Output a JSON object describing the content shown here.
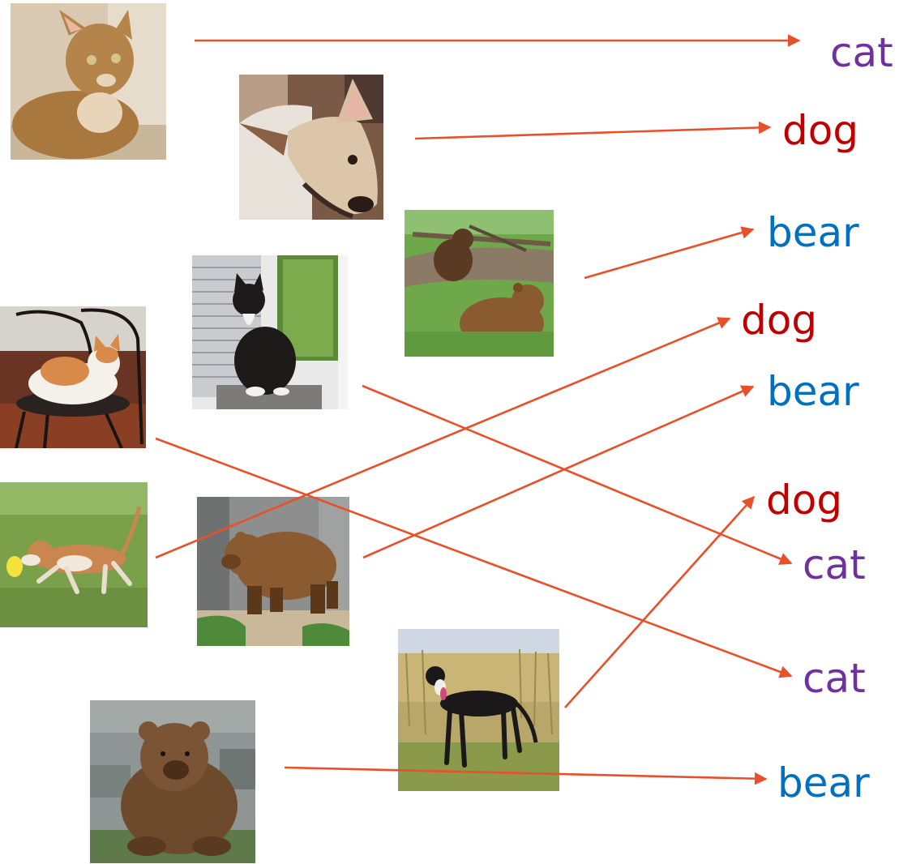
{
  "colors": {
    "cat": "#7030a0",
    "dog": "#c00000",
    "bear": "#0070c0",
    "arrow": "#e8502a"
  },
  "labels": [
    {
      "id": "label-1",
      "text": "cat",
      "kind": "cat"
    },
    {
      "id": "label-2",
      "text": "dog",
      "kind": "dog"
    },
    {
      "id": "label-3",
      "text": "bear",
      "kind": "bear"
    },
    {
      "id": "label-4",
      "text": "dog",
      "kind": "dog"
    },
    {
      "id": "label-5",
      "text": "bear",
      "kind": "bear"
    },
    {
      "id": "label-6",
      "text": "dog",
      "kind": "dog"
    },
    {
      "id": "label-7",
      "text": "cat",
      "kind": "cat"
    },
    {
      "id": "label-8",
      "text": "cat",
      "kind": "cat"
    },
    {
      "id": "label-9",
      "text": "bear",
      "kind": "bear"
    }
  ],
  "photos": [
    {
      "id": "photo-cat-sitting",
      "depicts": "cat-photo-icon"
    },
    {
      "id": "photo-dog-closeup",
      "depicts": "dog-photo-icon"
    },
    {
      "id": "photo-two-bears",
      "depicts": "bear-photo-icon"
    },
    {
      "id": "photo-tuxedo-cat",
      "depicts": "cat-photo-icon"
    },
    {
      "id": "photo-cat-on-chair",
      "depicts": "cat-photo-icon"
    },
    {
      "id": "photo-dog-running",
      "depicts": "dog-photo-icon"
    },
    {
      "id": "photo-bear-walking",
      "depicts": "bear-photo-icon"
    },
    {
      "id": "photo-dog-in-grass",
      "depicts": "dog-photo-icon"
    },
    {
      "id": "photo-bear-sitting",
      "depicts": "bear-photo-icon"
    }
  ],
  "connections": [
    {
      "from": "photo-cat-sitting",
      "to": "label-1"
    },
    {
      "from": "photo-dog-closeup",
      "to": "label-2"
    },
    {
      "from": "photo-two-bears",
      "to": "label-3"
    },
    {
      "from": "photo-dog-running",
      "to": "label-4"
    },
    {
      "from": "photo-bear-walking",
      "to": "label-5"
    },
    {
      "from": "photo-dog-in-grass",
      "to": "label-6"
    },
    {
      "from": "photo-tuxedo-cat",
      "to": "label-7"
    },
    {
      "from": "photo-cat-on-chair",
      "to": "label-8"
    },
    {
      "from": "photo-bear-sitting",
      "to": "label-9"
    }
  ]
}
